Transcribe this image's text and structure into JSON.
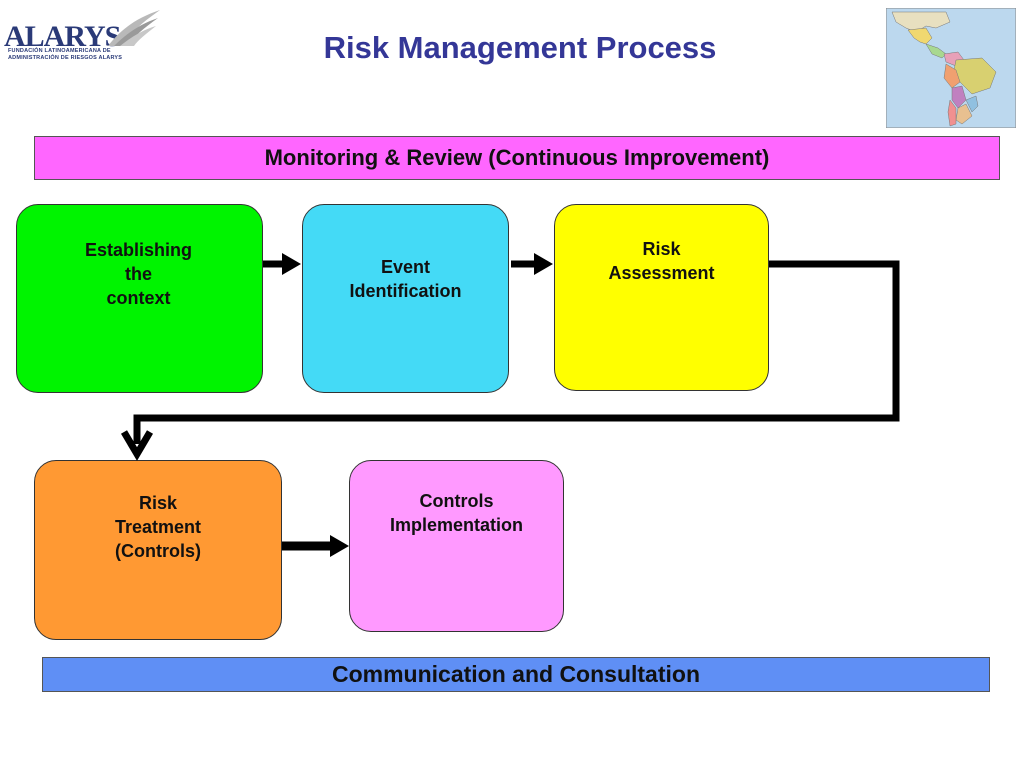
{
  "logo": {
    "word": "ALARYS",
    "line1": "FUNDACIÓN LATINOAMERICANA DE",
    "line2": "ADMINISTRACIÓN DE RIESGOS ALARYS"
  },
  "title": "Risk Management Process",
  "map_image": {
    "icon": "latin-america-map-image"
  },
  "bands": {
    "top": "Monitoring & Review (Continuous Improvement)",
    "bottom": "Communication and Consultation"
  },
  "steps": [
    {
      "lines": [
        "Establishing",
        "the",
        "context"
      ],
      "color": "#00f400"
    },
    {
      "lines": [
        "Event",
        "Identification"
      ],
      "color": "#44daf6"
    },
    {
      "lines": [
        "Risk",
        "Assessment"
      ],
      "color": "#ffff00"
    },
    {
      "lines": [
        "Risk",
        "Treatment",
        "(Controls)"
      ],
      "color": "#ff9933"
    },
    {
      "lines": [
        "Controls",
        "Implementation"
      ],
      "color": "#ff99ff"
    }
  ],
  "colors": {
    "title": "#343797",
    "top_band": "#ff66ff",
    "bottom_band": "#5f8ff5"
  }
}
